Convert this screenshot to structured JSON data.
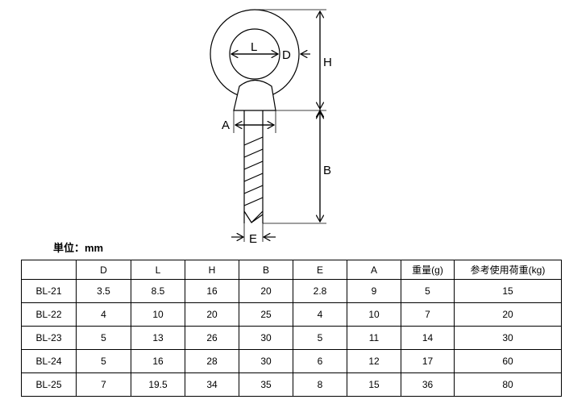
{
  "diagram": {
    "labels": {
      "L": "L",
      "D": "D",
      "H": "H",
      "A": "A",
      "B": "B",
      "E": "E"
    }
  },
  "unit_label": "単位：mm",
  "table": {
    "headers": [
      "",
      "D",
      "L",
      "H",
      "B",
      "E",
      "A",
      "重量(g)",
      "参考使用荷重(kg)"
    ],
    "rows": [
      [
        "BL-21",
        "3.5",
        "8.5",
        "16",
        "20",
        "2.8",
        "9",
        "5",
        "15"
      ],
      [
        "BL-22",
        "4",
        "10",
        "20",
        "25",
        "4",
        "10",
        "7",
        "20"
      ],
      [
        "BL-23",
        "5",
        "13",
        "26",
        "30",
        "5",
        "11",
        "14",
        "30"
      ],
      [
        "BL-24",
        "5",
        "16",
        "28",
        "30",
        "6",
        "12",
        "17",
        "60"
      ],
      [
        "BL-25",
        "7",
        "19.5",
        "34",
        "35",
        "8",
        "15",
        "36",
        "80"
      ]
    ]
  }
}
